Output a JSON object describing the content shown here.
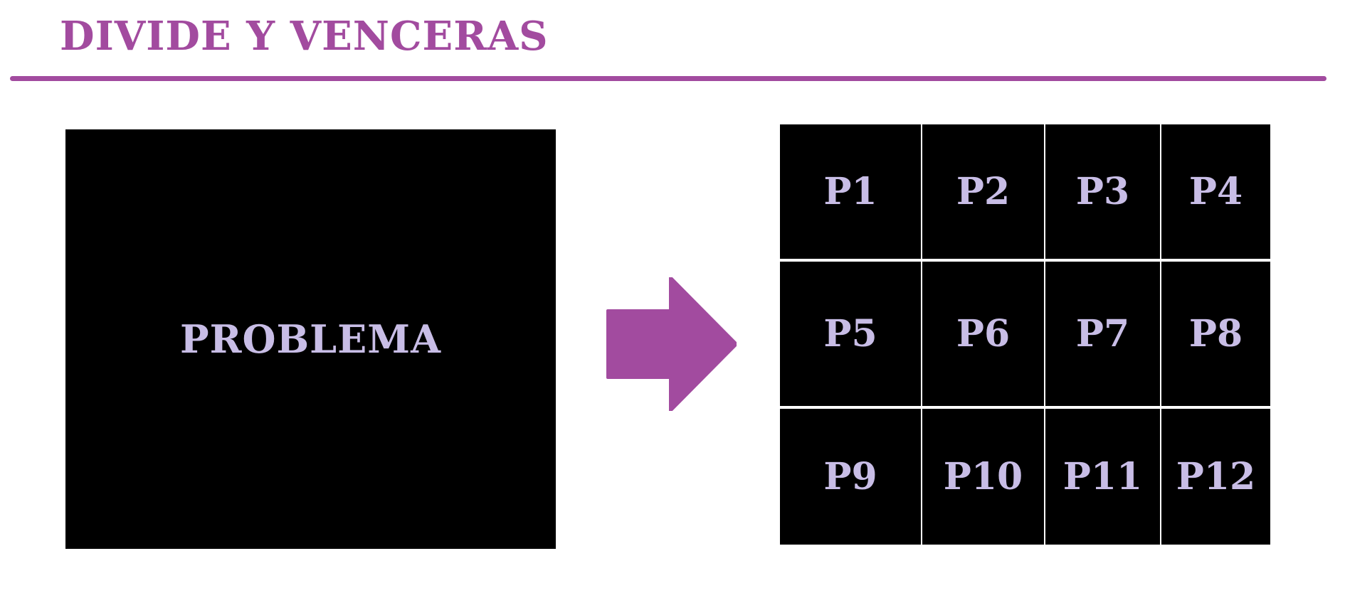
{
  "title": "DIVIDE Y VENCERAS",
  "problem": {
    "label": "PROBLEMA"
  },
  "subproblems": [
    "P1",
    "P2",
    "P3",
    "P4",
    "P5",
    "P6",
    "P7",
    "P8",
    "P9",
    "P10",
    "P11",
    "P12"
  ],
  "colors": {
    "accent": "#a24b9f",
    "box": "#000000",
    "label": "#c8bde6"
  },
  "icons": {
    "arrow": "right-arrow-icon"
  }
}
